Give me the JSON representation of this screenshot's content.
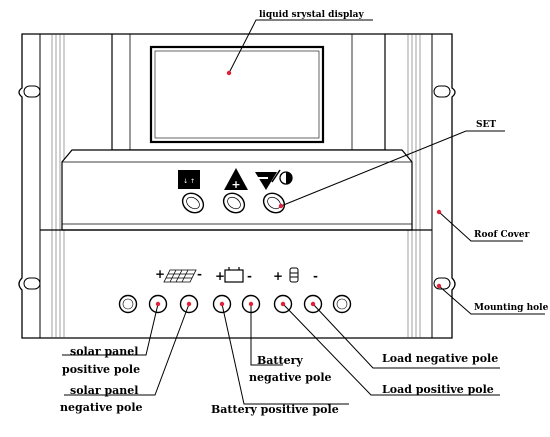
{
  "labels": {
    "lcd": "liquid srystal display",
    "set": "SET",
    "roof_cover": "Roof Cover",
    "mounting_hole": "Mounting hole",
    "solar_pos_line1": "solar panel",
    "solar_pos_line2": "positive pole",
    "solar_neg_line1": "solar panel",
    "solar_neg_line2": "negative pole",
    "battery_neg_line1": "Battery",
    "battery_neg_line2": "negative pole",
    "battery_pos": "Battery positive pole",
    "load_neg": "Load negative pole",
    "load_pos": "Load positive pole"
  },
  "symbols": {
    "plus": "+",
    "minus": "-",
    "key_menu_glyph": "↓ ↑"
  },
  "icons": {
    "solar": "solar-panel-icon",
    "battery": "battery-icon",
    "load": "lamp-icon",
    "key1": "menu-key-icon",
    "key2": "plus-triangle-icon",
    "key3": "minus-lamp-icon"
  },
  "colors": {
    "line": "#000000",
    "pointer_line": "#e0203a",
    "dot": "#e0203a"
  }
}
